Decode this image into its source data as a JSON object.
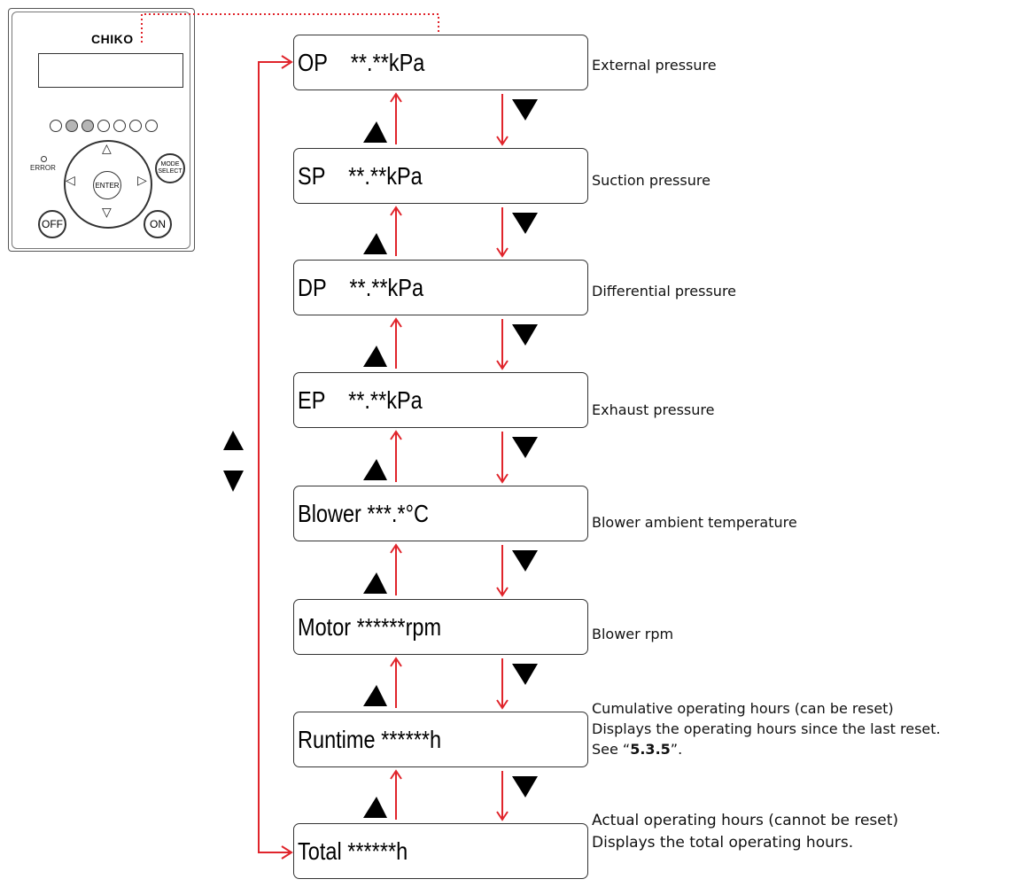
{
  "controller": {
    "brand": "CHIKO",
    "error_label": "ERROR",
    "enter_label": "ENTER",
    "mode_label_1": "MODE",
    "mode_label_2": "SELECT",
    "off_label": "OFF",
    "on_label": "ON",
    "leds": [
      false,
      true,
      true,
      false,
      false,
      false,
      false
    ]
  },
  "screens": [
    {
      "text": "OP    **.**kPa",
      "desc": [
        "External pressure"
      ]
    },
    {
      "text": "SP    **.**kPa",
      "desc": [
        "Suction pressure"
      ]
    },
    {
      "text": "DP    **.**kPa",
      "desc": [
        "Differential pressure"
      ]
    },
    {
      "text": "EP    **.**kPa",
      "desc": [
        "Exhaust pressure"
      ]
    },
    {
      "text": "Blower ***.*°C",
      "desc": [
        "Blower ambient temperature"
      ]
    },
    {
      "text": "Motor ******rpm",
      "desc": [
        "Blower rpm"
      ]
    },
    {
      "text": "Runtime ******h",
      "desc": [
        "Cumulative operating hours (can be reset)",
        "Displays the operating hours since the last reset."
      ],
      "see_prefix": "See “",
      "see_ref": "5.3.5",
      "see_suffix": "”."
    },
    {
      "text": "Total ******h",
      "desc": [
        "Actual operating hours (cannot be reset)",
        "Displays the total operating hours."
      ]
    }
  ],
  "colors": {
    "arrow": "#e0242b",
    "triangle": "#000000",
    "frame": "#333333"
  },
  "icons": {
    "up": "up-triangle-icon",
    "down": "down-triangle-icon"
  }
}
